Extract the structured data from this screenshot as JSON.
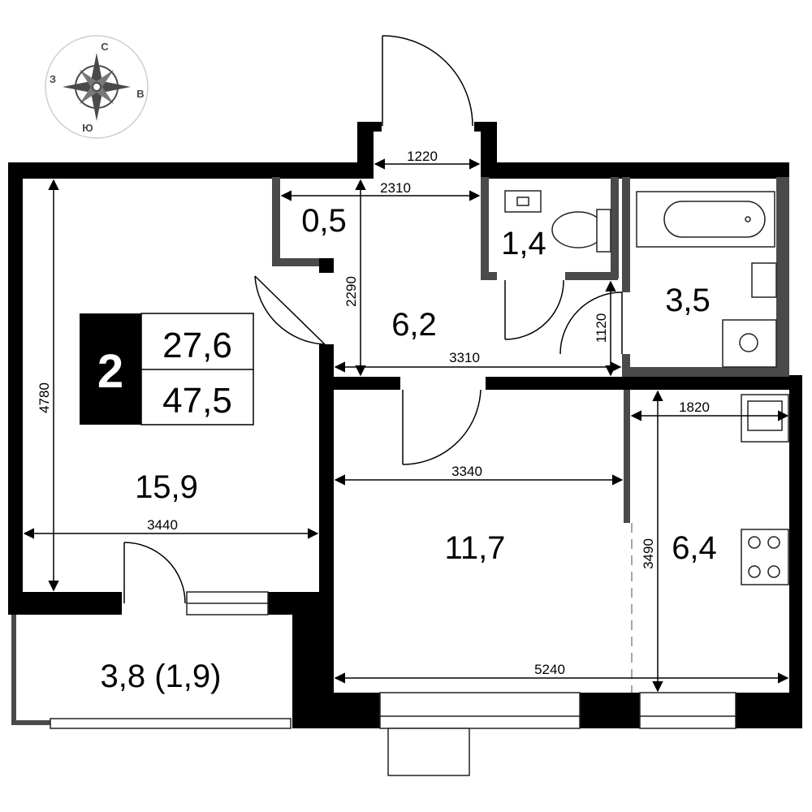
{
  "plan": {
    "rooms": 2,
    "living_area": "27,6",
    "total_area": "47,5",
    "room_areas": {
      "living_room": "15,9",
      "storage": "0,5",
      "hallway": "6,2",
      "toilet": "1,4",
      "bathroom": "3,5",
      "bedroom": "11,7",
      "kitchen": "6,4",
      "balcony": "3,8 (1,9)"
    },
    "dimensions": {
      "d1220": "1220",
      "d2310": "2310",
      "d2290": "2290",
      "d1120": "1120",
      "d3310": "3310",
      "d4780": "4780",
      "d1820": "1820",
      "d3340": "3340",
      "d3440": "3440",
      "d3490": "3490",
      "d5240": "5240"
    }
  },
  "compass": {
    "north": "С",
    "west": "З",
    "east": "В",
    "south": "Ю"
  },
  "colors": {
    "wall": "#000000",
    "partition": "#4a4a4a",
    "compass": "#4a4a4a"
  }
}
